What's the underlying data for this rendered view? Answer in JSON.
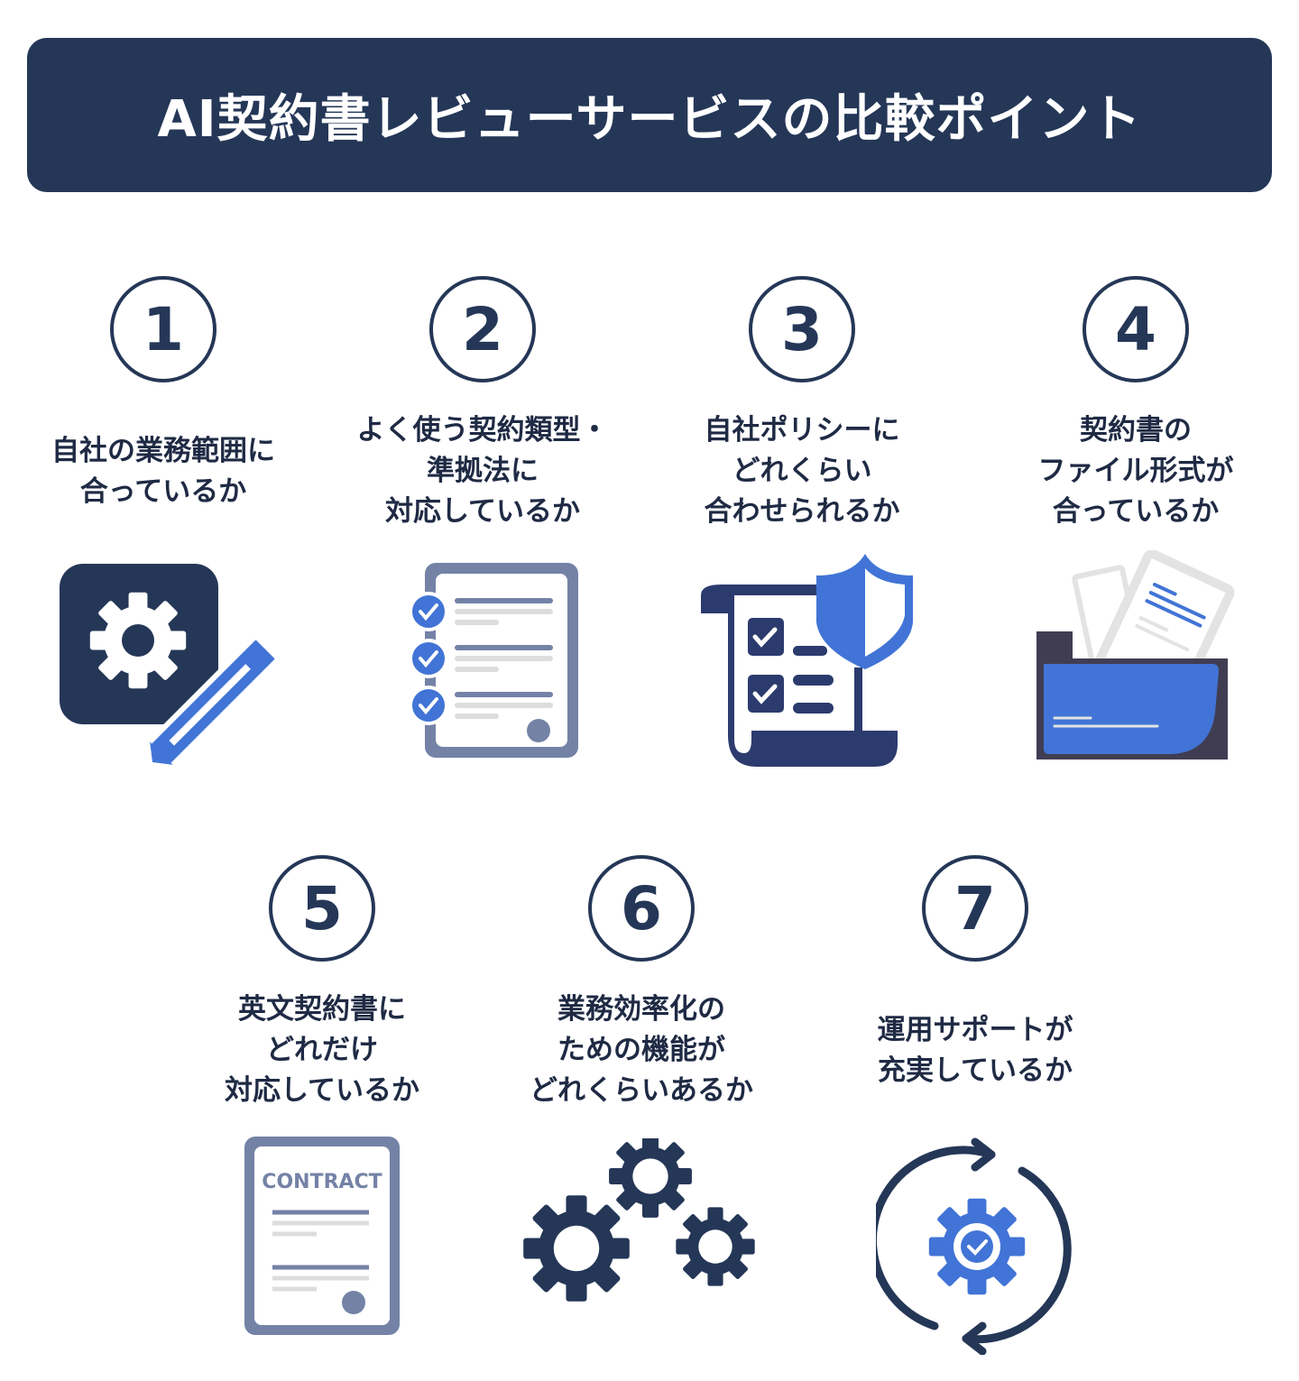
{
  "header": {
    "title": "AI契約書レビューサービスの比較ポイント"
  },
  "points": [
    {
      "number": "1",
      "lines": [
        "自社の業務範囲に",
        "合っているか"
      ],
      "icon": "gear-pencil-icon"
    },
    {
      "number": "2",
      "lines": [
        "よく使う契約類型・",
        "準拠法に",
        "対応しているか"
      ],
      "icon": "checklist-document-icon"
    },
    {
      "number": "3",
      "lines": [
        "自社ポリシーに",
        "どれくらい",
        "合わせられるか"
      ],
      "icon": "shield-scroll-icon"
    },
    {
      "number": "4",
      "lines": [
        "契約書の",
        "ファイル形式が",
        "合っているか"
      ],
      "icon": "folder-documents-icon"
    },
    {
      "number": "5",
      "lines": [
        "英文契約書に",
        "どれだけ",
        "対応しているか"
      ],
      "icon": "contract-document-icon",
      "icon_text": "CONTRACT"
    },
    {
      "number": "6",
      "lines": [
        "業務効率化の",
        "ための機能が",
        "どれくらいあるか"
      ],
      "icon": "gears-icon"
    },
    {
      "number": "7",
      "lines": [
        "運用サポートが",
        "充実しているか"
      ],
      "icon": "refresh-gear-icon"
    }
  ],
  "colors": {
    "navy": "#253757",
    "blue": "#4174d6",
    "slate": "#7482a6",
    "gray": "#e3e3e3"
  }
}
